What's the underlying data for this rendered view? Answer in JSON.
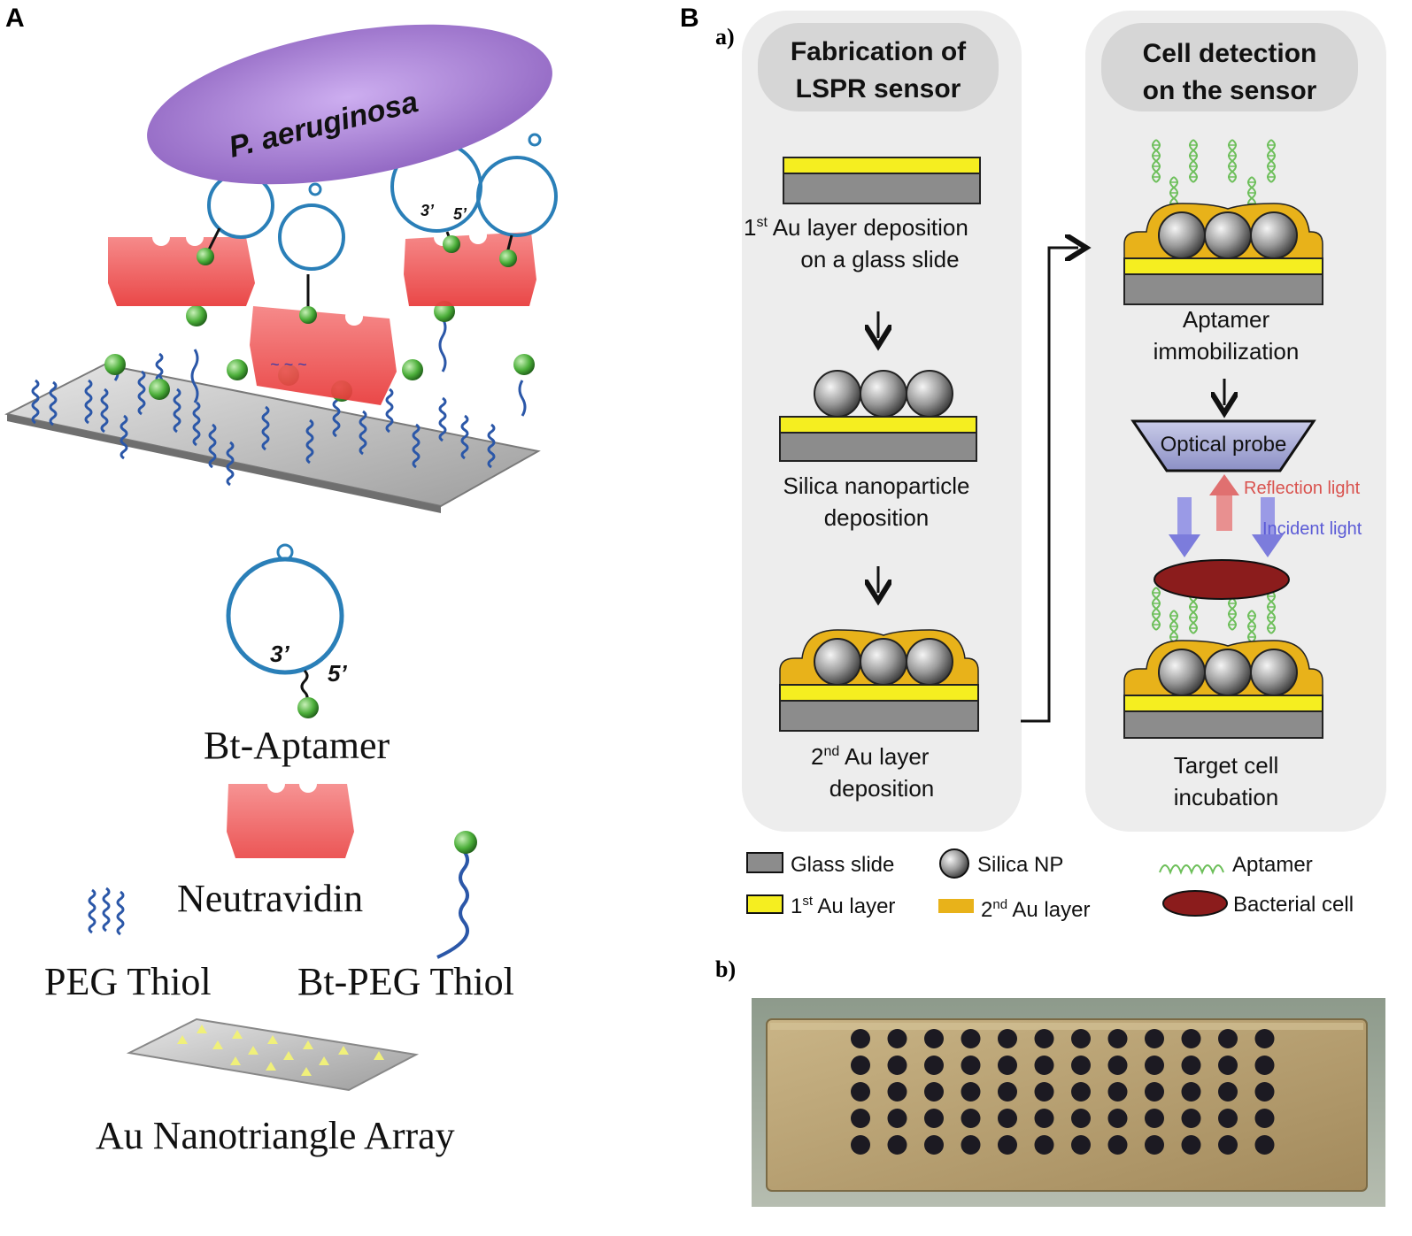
{
  "panel_a": {
    "letter": "A",
    "bacterium_label": "P. aeruginosa",
    "strand_labels": [
      "3’",
      "5’"
    ],
    "legend": {
      "bt_aptamer": "Bt-Aptamer",
      "neutravidin": "Neutravidin",
      "peg_thiol": "PEG Thiol",
      "bt_peg_thiol": "Bt-PEG Thiol",
      "au_array": "Au Nanotriangle Array"
    }
  },
  "panel_b": {
    "letter": "B",
    "sub_a": "a)",
    "sub_b": "b)",
    "column_left": {
      "title_line1": "Fabrication of",
      "title_line2": "LSPR sensor",
      "step1_sup": "st",
      "step1_line1": " Au layer deposition",
      "step1_line2": "on a glass slide",
      "step1_num": "1",
      "step2_line1": "Silica nanoparticle",
      "step2_line2": "deposition",
      "step3_num": "2",
      "step3_sup": "nd",
      "step3_line1": " Au layer",
      "step3_line2": "deposition"
    },
    "column_right": {
      "title_line1": "Cell detection",
      "title_line2": "on the sensor",
      "step1_line1": "Aptamer",
      "step1_line2": "immobilization",
      "probe_label": "Optical probe",
      "reflection_label": "Reflection light",
      "incident_label": "Incident light",
      "step2_line1": "Target cell",
      "step2_line2": "incubation"
    },
    "legend": {
      "glass": "Glass slide",
      "silica": "Silica NP",
      "aptamer": "Aptamer",
      "au1_num": "1",
      "au1_sup": "st",
      "au1_rest": " Au layer",
      "au2_num": "2",
      "au2_sup": "nd",
      "au2_rest": " Au layer",
      "bacterial": "Bacterial cell"
    }
  },
  "colors": {
    "bacterium": "#b58fd6",
    "neutravidin": "#f05a5a",
    "aptamer_loop": "#2a7fb8",
    "biotin": "#4caf3a",
    "peg": "#2b57a8",
    "gold_layer1": "#f5ee20",
    "gold_layer2": "#e8b21a",
    "glass": "#8c8c8c",
    "panel_bg": "#ededed",
    "bacterial_cell": "#8b1c1c",
    "reflection": "#d9534f",
    "incident": "#6b6bd6",
    "aptamer_strand": "#6dbf5a",
    "chip": "#b9a27a"
  }
}
